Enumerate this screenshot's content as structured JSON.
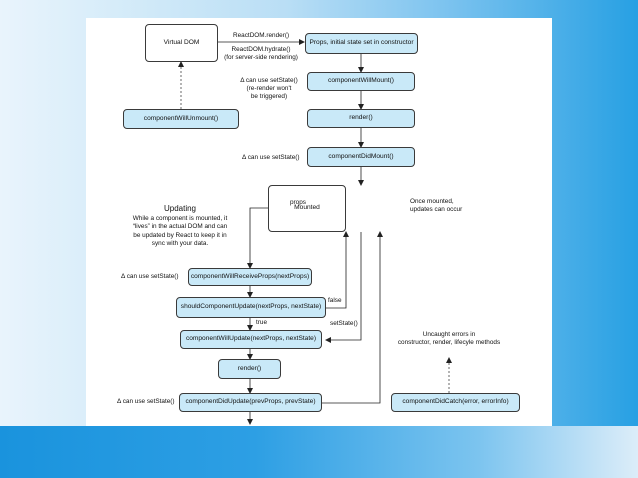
{
  "boxes": {
    "virtual_dom": "Virtual DOM",
    "props_init": "Props, initial state set in constructor",
    "will_mount": "componentWillMount()",
    "render_mount": "render()",
    "did_mount": "componentDidMount()",
    "will_unmount": "componentWillUnmount()",
    "mounted": "Mounted",
    "will_receive_props": "componentWillReceiveProps(nextProps)",
    "should_update": "shouldComponentUpdate(nextProps, nextState)",
    "will_update": "componentWillUpdate(nextProps, nextState)",
    "render_update": "render()",
    "did_update": "componentDidUpdate(prevProps, prevState)",
    "did_catch": "componentDidCatch(error, errorInfo)"
  },
  "labels": {
    "reactdom_render": "ReactDOM.render()",
    "reactdom_hydrate_1": "ReactDOM.hydrate()",
    "reactdom_hydrate_2": "(for server-side rendering)",
    "setstate_no_rerender_1": "Δ can use setState()",
    "setstate_no_rerender_2": "(re-render won't",
    "setstate_no_rerender_3": "be triggered)",
    "setstate_didmount": "Δ can use setState()",
    "props": "props",
    "once_mounted_1": "Once mounted,",
    "once_mounted_2": "updates can occur",
    "updating_title": "Updating",
    "updating_desc_1": "While a component is mounted, it",
    "updating_desc_2": "“lives” in the actual DOM and can",
    "updating_desc_3": "be updated by React to keep it in",
    "updating_desc_4": "sync with your data.",
    "setstate_receive": "Δ can use setState()",
    "false": "false",
    "true": "true",
    "setstate": "setState()",
    "uncaught_1": "Uncaught errors in",
    "uncaught_2": "constructor, render, lifecyle methods",
    "setstate_didupdate": "Δ can use setState()"
  },
  "colors": {
    "box_fill": "#c9e9f8",
    "border": "#3a3a3a",
    "slide_bg": "#ffffff"
  }
}
